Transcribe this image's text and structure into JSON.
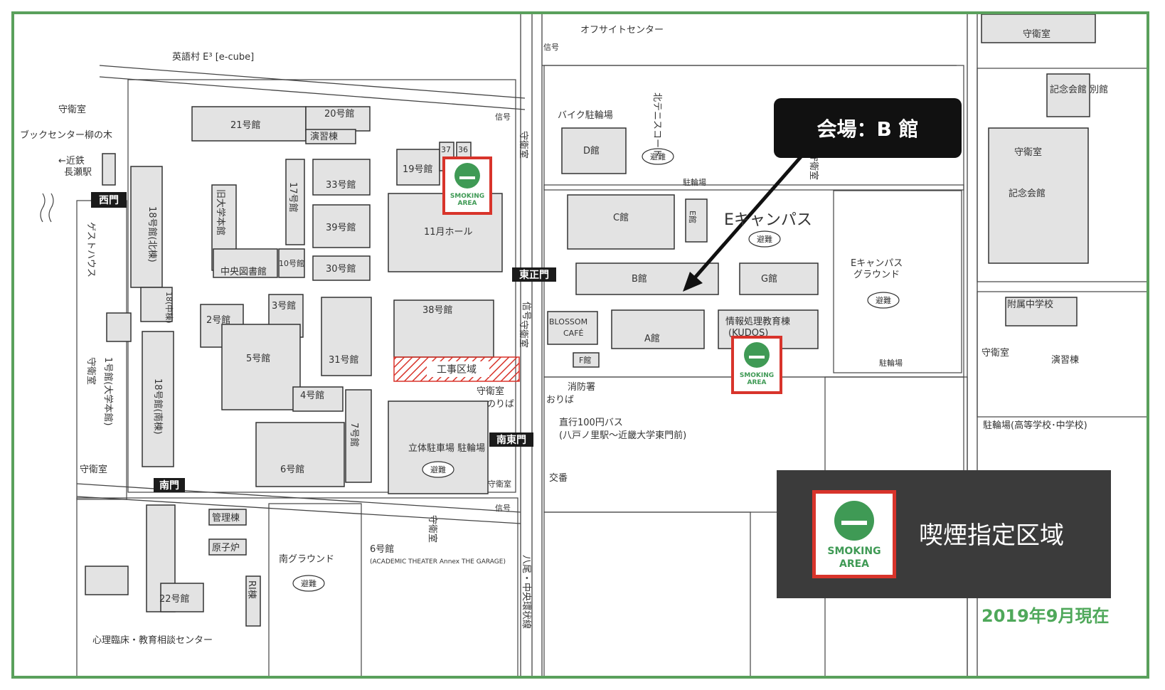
{
  "callout": {
    "label": "会場：B 館"
  },
  "legend": {
    "label": "喫煙指定区域",
    "badge_line1": "SMOKING",
    "badge_line2": "AREA"
  },
  "date_note": "2019年9月現在",
  "gates": {
    "west": "西門",
    "east_main": "東正門",
    "south_east": "南東門",
    "south": "南門"
  },
  "labels": {
    "offsite_center": "オフサイトセンター",
    "signal": "信号",
    "e_cube": "英語村 E³ [e-cube]",
    "guard_room": "守衛室",
    "book_center": "ブックセンター柳の木",
    "kintetsu": "←近鉄\n長瀬駅",
    "bike_parking": "バイク駐輪場",
    "d_kan": "D館",
    "north_tennis": "北テニスコート",
    "evacuation": "避難",
    "parking_bicycle": "駐輪場",
    "c_kan": "C館",
    "e_kan": "E館",
    "e_campus": "Eキャンパス",
    "memorial_annex": "記念会館 別館",
    "memorial": "記念会館",
    "b_kan": "B館",
    "g_kan": "G館",
    "a_kan": "A館",
    "e_campus_ground": "Eキャンパス グラウンド",
    "blossom": "BLOSSOM CAFÉ",
    "f_kan": "F館",
    "kudos": "情報処理教育棟 (KUDOS)",
    "fire_station": "消防署",
    "affiliated_jhs": "附属中学校",
    "practice_bldg": "演習棟",
    "bike_parking_school": "駐輪場(高等学校･中学校)",
    "koban": "交番",
    "direct_bus": "直行100円バス",
    "bus_route": "(八戸ノ里駅〜近畿大学東門前)",
    "getting_on": "のりば",
    "getting_off": "おりば",
    "yao_road": "八尾・中央環状線",
    "b21": "21号館",
    "b20": "20号館",
    "enshu": "演習棟",
    "b19": "19号館",
    "b37": "37",
    "b36": "36",
    "b33": "33号館",
    "b39": "39号館",
    "b30": "30号館",
    "b11": "11月ホール",
    "b38": "38号館",
    "construction": "工事区域",
    "b18n": "18号館(北棟)",
    "b18m": "18(中棟)",
    "b18s": "18号館(南棟)",
    "guest_house": "ゲストハウス",
    "old_main": "旧大学本館",
    "b17": "17号館",
    "central_library": "中央図書館",
    "b10": "10号館",
    "b2": "2号館",
    "b3": "3号館",
    "b5": "5号館",
    "b31": "31号館",
    "b4": "4号館",
    "b7": "7号館",
    "b6": "6号館",
    "b1": "1号館(大学本館)",
    "parking_3d": "立体駐車場 駐輪場",
    "south_ground": "南グラウンド",
    "b6_theater": "6号館",
    "academic_theater": "(ACADEMIC THEATER Annex THE GARAGE)",
    "admin": "管理棟",
    "reactor": "原子炉",
    "ri": "RI棟",
    "b22": "22号館",
    "clinic": "心理臨床・教育相談センター"
  },
  "colors": {
    "frame": "#5aa05c",
    "smoking_red": "#d8342b",
    "smoking_green": "#3f9a55"
  }
}
